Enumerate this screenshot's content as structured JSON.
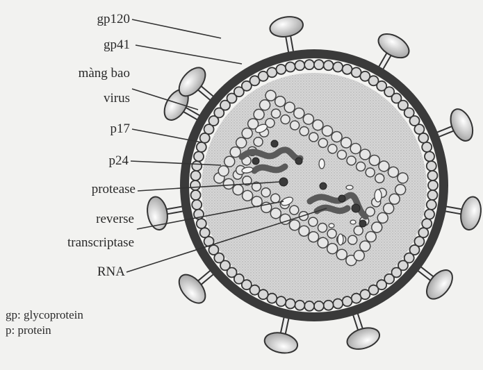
{
  "labels": {
    "gp120": "gp120",
    "gp41": "gp41",
    "envelope_line1": "màng bao",
    "envelope_line2": "virus",
    "p17": "p17",
    "p24": "p24",
    "protease": "protease",
    "rt_line1": "reverse",
    "rt_line2": "transcriptase",
    "rna": "RNA"
  },
  "legend": {
    "gp": "gp: glycoprotein",
    "p": "p: protein"
  },
  "colors": {
    "background": "#f2f2f0",
    "envelope": "#3a3a3a",
    "matrix_bead": "#d8d8d8",
    "interior": "#cfcfcf",
    "capsid_bead": "#e6e6e6",
    "rna": "#5a5a5a",
    "text": "#2a2a2a"
  }
}
